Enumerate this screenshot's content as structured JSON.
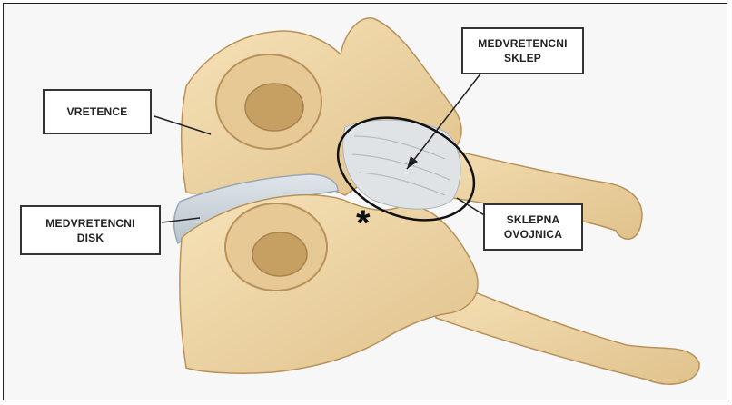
{
  "labels": {
    "vertebra": "VRETENCE",
    "disc_line1": "MEDVRETENCNI",
    "disc_line2": "DISK",
    "facet_joint_line1": "MEDVRETENCNI",
    "facet_joint_line2": "SKLEP",
    "capsule_line1": "SKLEPNA",
    "capsule_line2": "OVOJNICA"
  },
  "marker": "*",
  "colors": {
    "bone": "#efd6a6",
    "bone_shadow": "#d9b97f",
    "bone_outline": "#b8925a",
    "disc": "#c9d3d9",
    "capsule": "#dfe3e6",
    "callout_line": "#222222"
  }
}
